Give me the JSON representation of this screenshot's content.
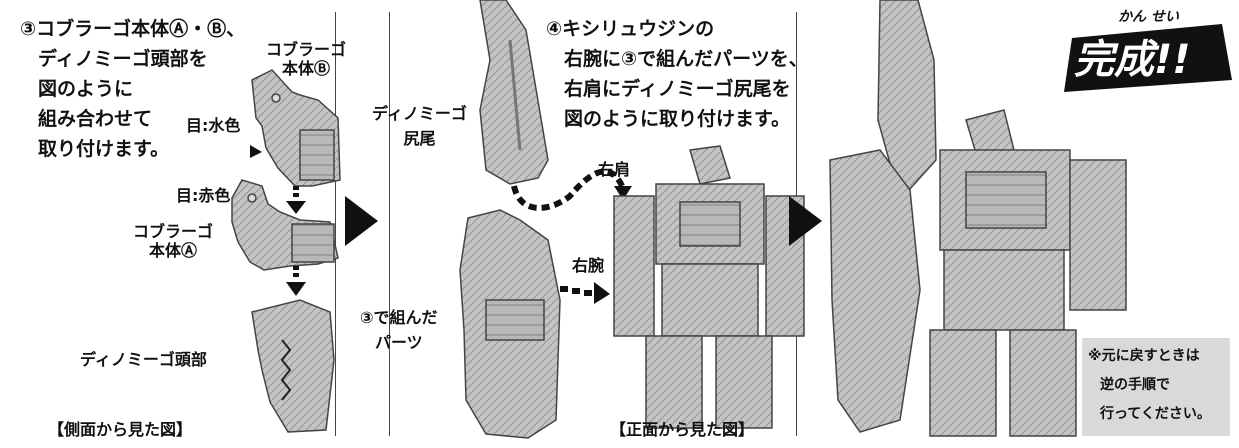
{
  "step3": {
    "lines": [
      "③コブラーゴ本体Ⓐ・Ⓑ、",
      "ディノミーゴ頭部を",
      "図のように",
      "組み合わせて",
      "取り付けます。"
    ],
    "label_body_b": "コブラーゴ",
    "label_body_b_sub": "本体Ⓑ",
    "eye_blue": "目:水色",
    "eye_red": "目:赤色",
    "label_body_a": "コブラーゴ",
    "label_body_a_sub": "本体Ⓐ",
    "label_head": "ディノミーゴ頭部",
    "caption": "【側面から見た図】"
  },
  "step4": {
    "lines": [
      "④キシリュウジンの",
      "右腕に③で組んだパーツを、",
      "右肩にディノミーゴ尻尾を",
      "図のように取り付けます。"
    ],
    "label_tail_1": "ディノミーゴ",
    "label_tail_2": "尻尾",
    "label_shoulder": "右肩",
    "label_arm": "右腕",
    "label_parts_1": "③で組んだ",
    "label_parts_2": "パーツ",
    "caption": "【正面から見た図】"
  },
  "complete": {
    "reading": "かん せい",
    "title": "完成!!",
    "note_lines": [
      "※元に戻すときは",
      "逆の手順で",
      "行ってください。"
    ]
  },
  "colors": {
    "part_fill": "#bdbdbd",
    "part_dark": "#8c8c8c",
    "arrow": "#111111",
    "note_bg": "#d9d9d9"
  }
}
